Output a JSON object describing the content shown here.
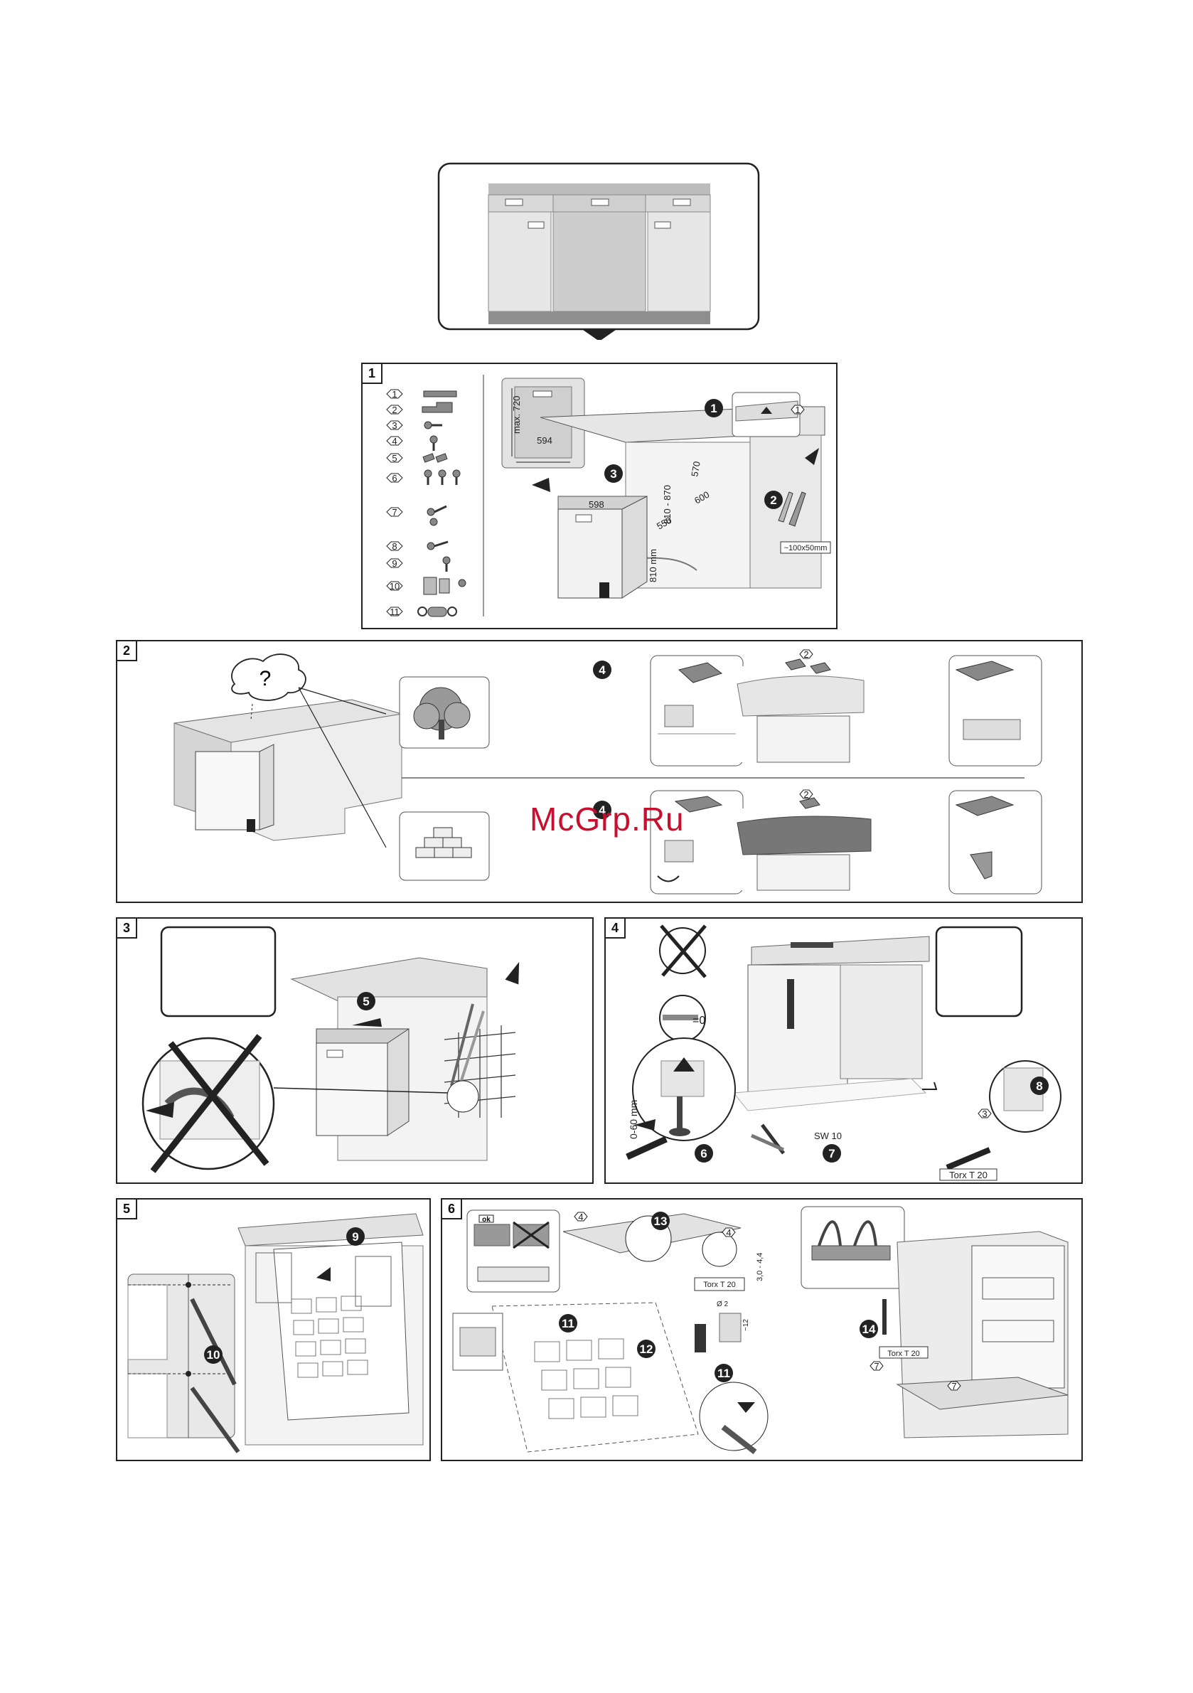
{
  "panels": {
    "p1": {
      "number": "1"
    },
    "p2": {
      "number": "2"
    },
    "p3": {
      "number": "3"
    },
    "p4": {
      "number": "4"
    },
    "p5": {
      "number": "5"
    },
    "p6": {
      "number": "6"
    }
  },
  "parts": [
    "1",
    "2",
    "3",
    "4",
    "5",
    "6",
    "7",
    "8",
    "9",
    "10",
    "11"
  ],
  "dimensions": {
    "max_720": "max. 720",
    "w594": "594",
    "d598": "598",
    "h810_870": "810 - 870",
    "d570": "570",
    "d600": "600",
    "d550": "550",
    "h810mm": "810 mm",
    "hole": "~100x50mm",
    "range_060": "0-60 mm",
    "sw10": "SW 10",
    "torx1": "Torx T 20",
    "torx2": "Torx T 20",
    "torx3": "Torx T 20",
    "d3_4": "3,0 - 4,4",
    "d2": "Ø 2",
    "d12": "~12",
    "zero": "=0"
  },
  "steps": {
    "s1": "1",
    "s2": "2",
    "s3": "3",
    "s4a": "4",
    "s4b": "4",
    "s5": "5",
    "s6": "6",
    "s7": "7",
    "s8": "8",
    "s9": "9",
    "s10": "10",
    "s11a": "11",
    "s11b": "11",
    "s12": "12",
    "s13": "13",
    "s14": "14"
  },
  "callouts": {
    "c1": "1",
    "c2a": "2",
    "c2b": "2",
    "c3": "3",
    "c4a": "4",
    "c4b": "4",
    "c7a": "7",
    "c7b": "7"
  },
  "question_mark": "?",
  "ok_label": "ok",
  "watermark": "McGrp.Ru"
}
